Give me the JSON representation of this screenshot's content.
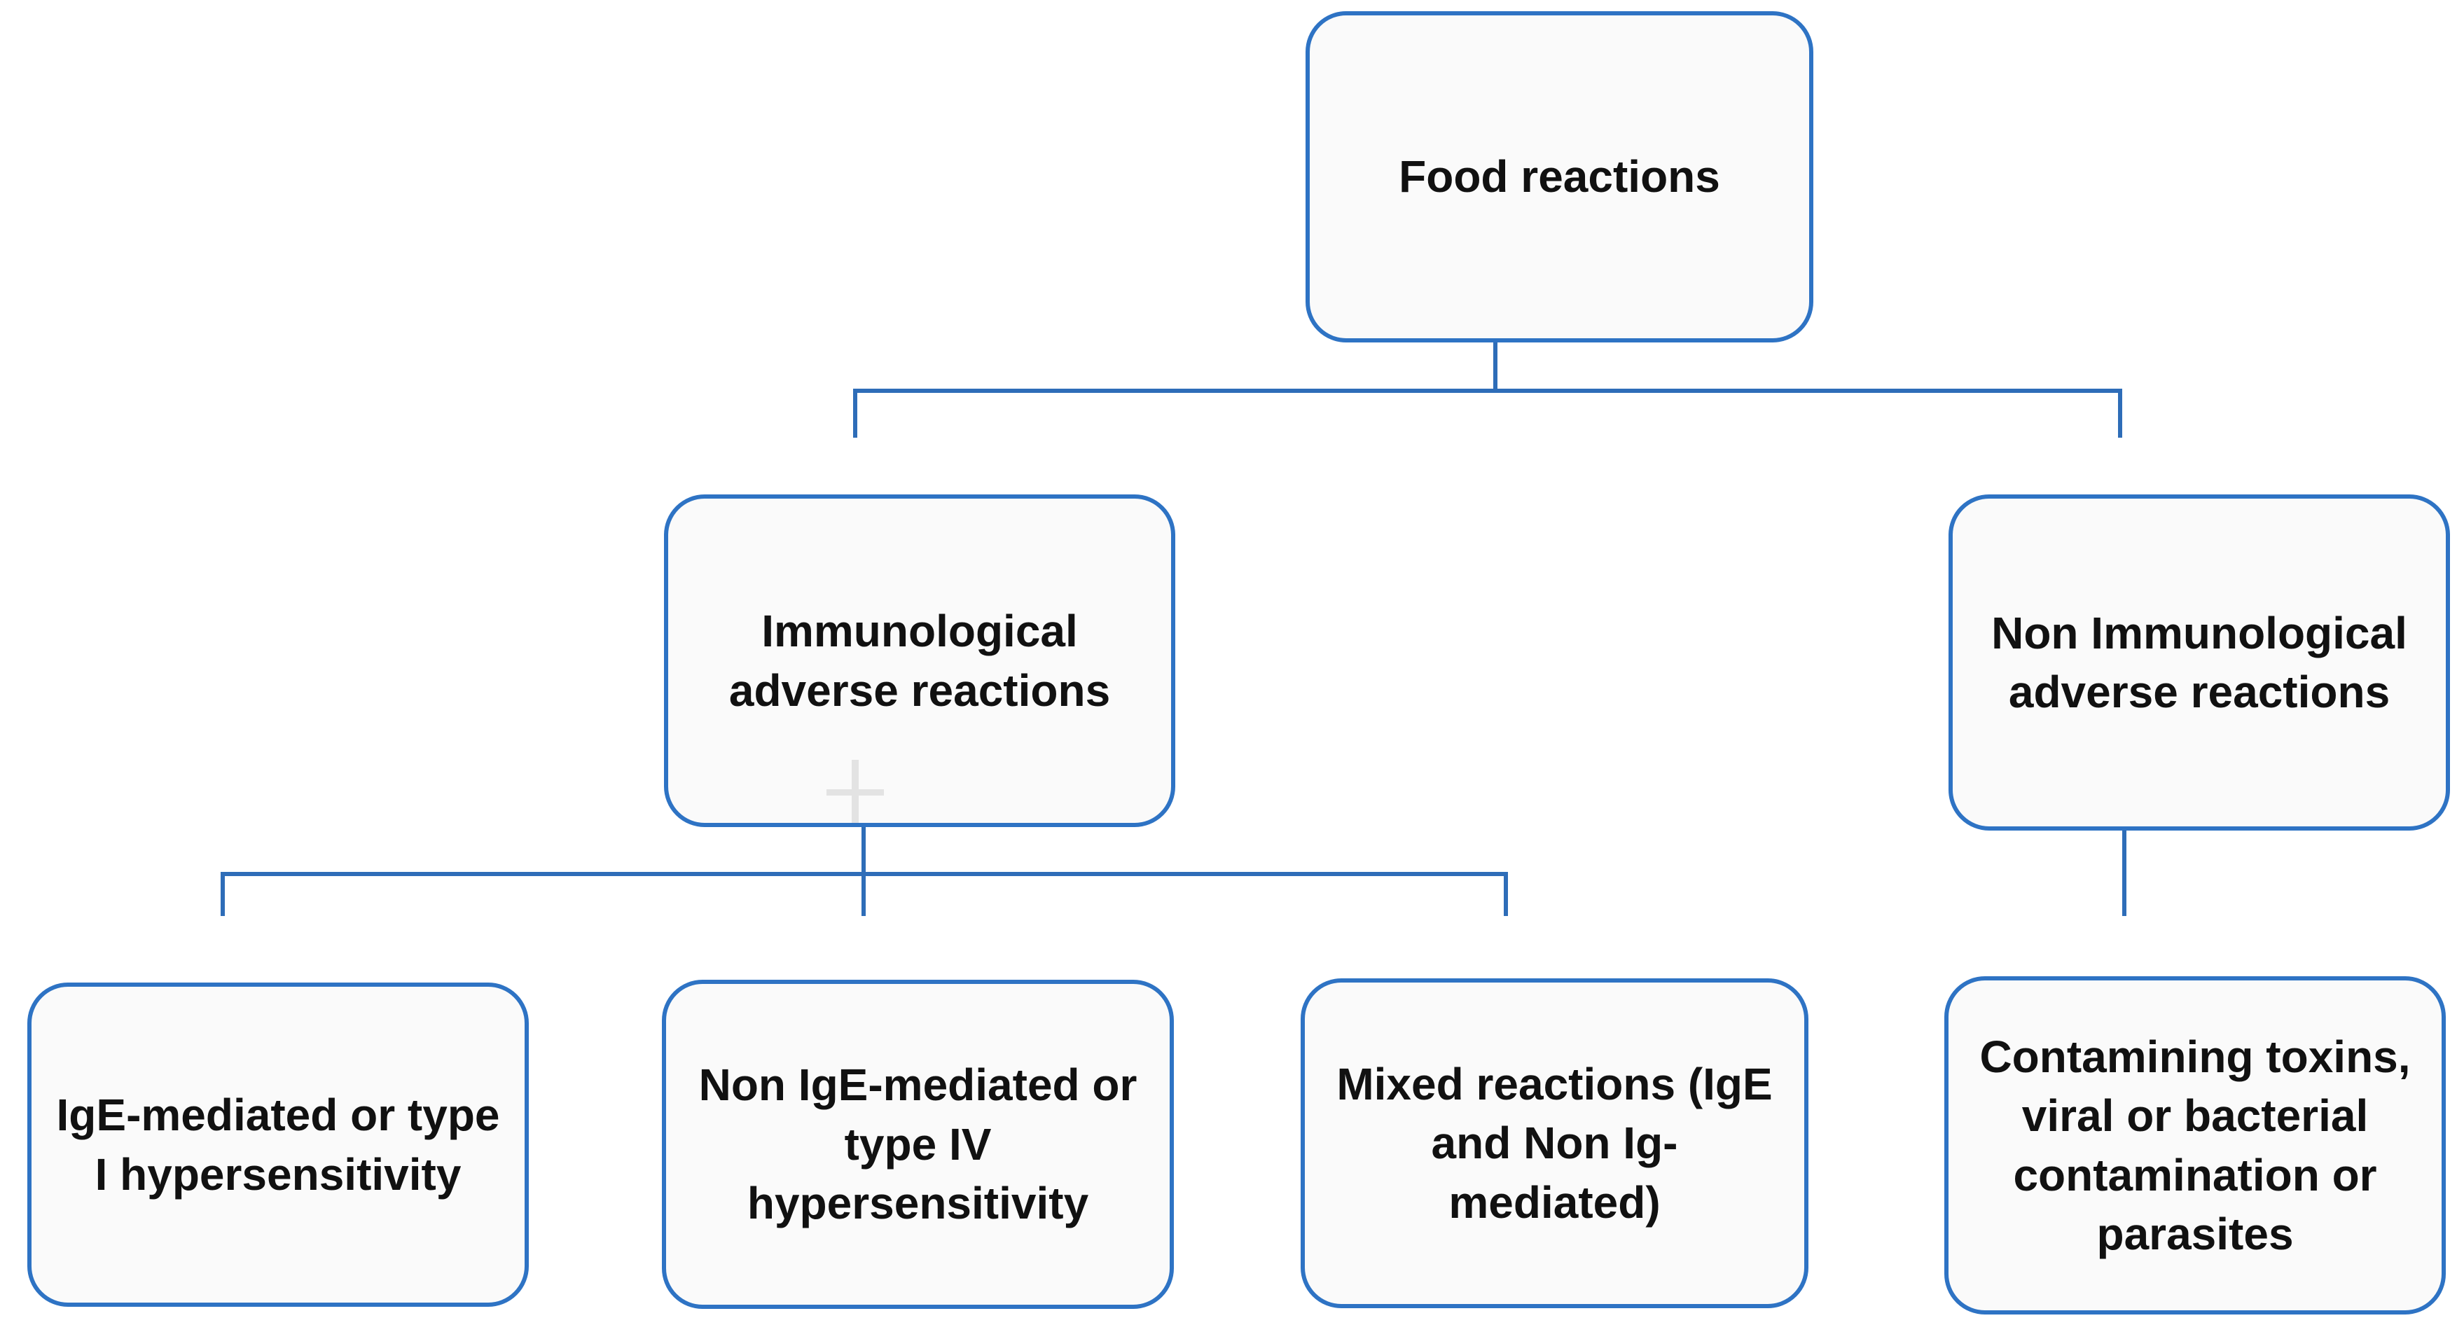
{
  "colors": {
    "node_border": "#2E73C4",
    "connector": "#2E6DB8",
    "node_fill": "#FAFAFA",
    "text": "#111111",
    "artifact": "#E3E3E3"
  },
  "nodes": {
    "root": {
      "label": "Food reactions"
    },
    "immunological": {
      "label": "Immunological\nadverse reactions"
    },
    "non_immunological": {
      "label": "Non Immunological\nadverse reactions"
    },
    "ige_mediated": {
      "label": "IgE-mediated or type\nI hypersensitivity"
    },
    "non_ige_mediated": {
      "label": "Non IgE-mediated or\ntype IV\nhypersensitivity"
    },
    "mixed": {
      "label": "Mixed reactions (IgE\nand Non Ig-\nmediated)"
    },
    "contamination": {
      "label": "Contamining toxins,\nviral or bacterial\ncontamination or\nparasites"
    }
  },
  "edges": [
    {
      "from": "root",
      "to": "immunological"
    },
    {
      "from": "root",
      "to": "non_immunological"
    },
    {
      "from": "immunological",
      "to": "ige_mediated"
    },
    {
      "from": "immunological",
      "to": "non_ige_mediated"
    },
    {
      "from": "immunological",
      "to": "mixed"
    },
    {
      "from": "non_immunological",
      "to": "contamination"
    }
  ]
}
